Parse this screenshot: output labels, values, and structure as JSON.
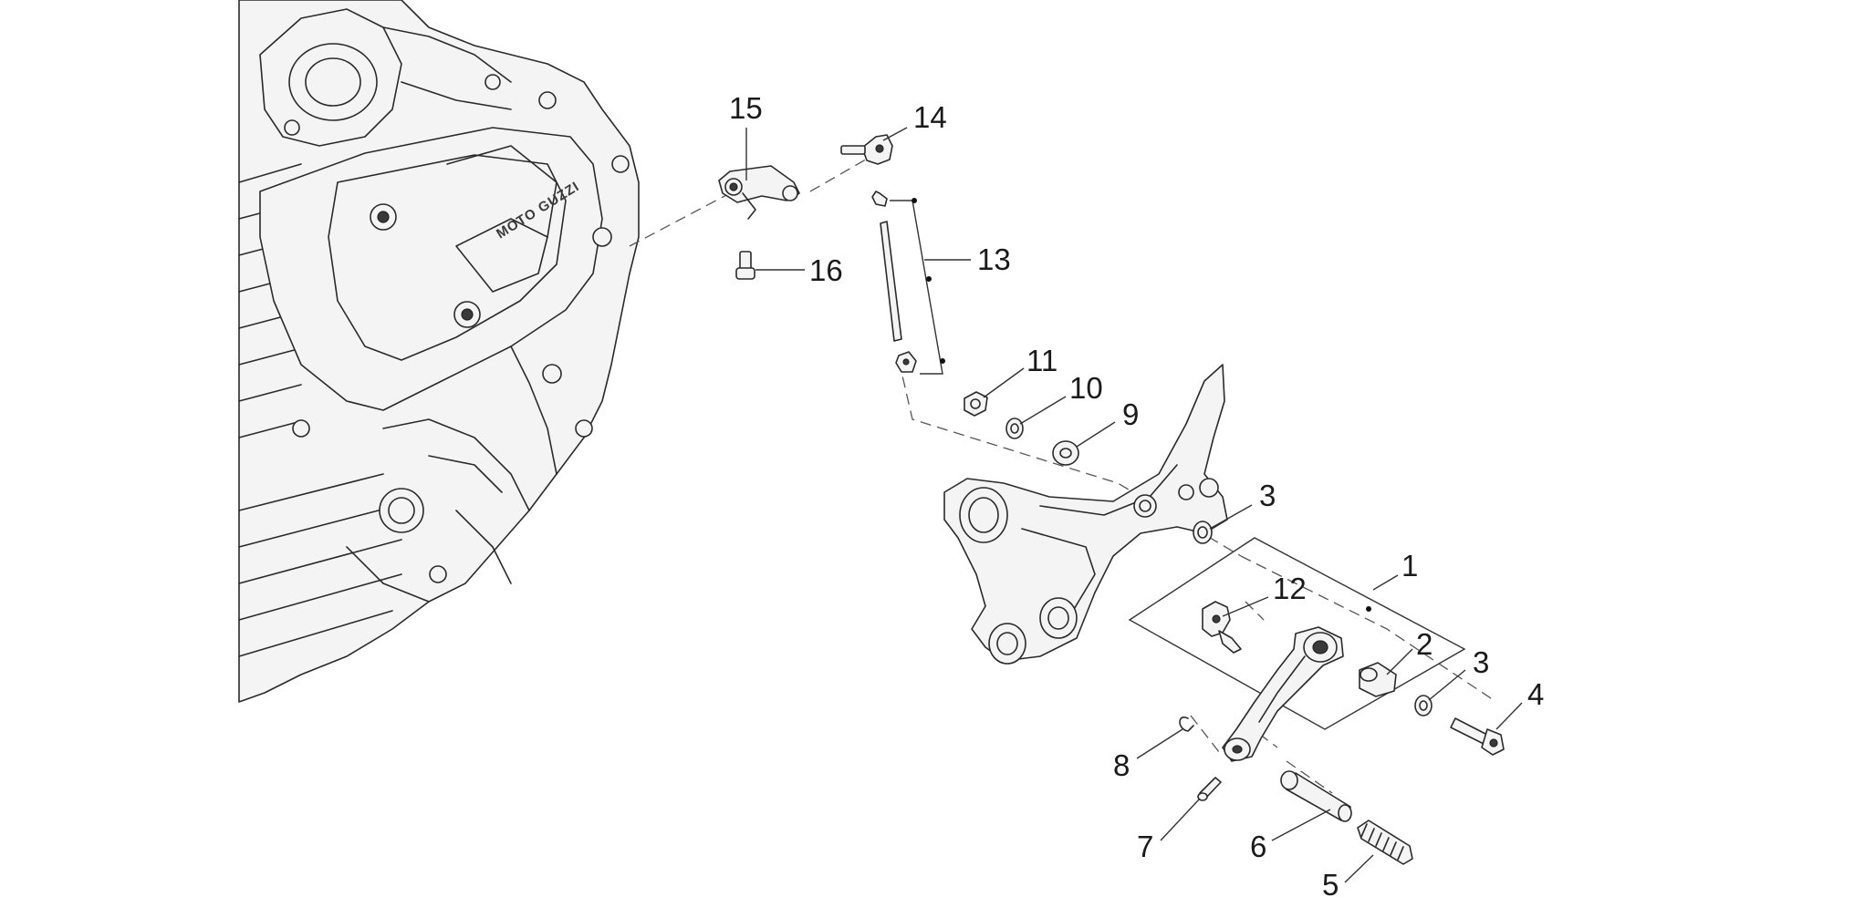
{
  "engine": {
    "logo_text": "MOTO GUZZI"
  },
  "callouts": [
    {
      "id": "1",
      "label": "1"
    },
    {
      "id": "2",
      "label": "2"
    },
    {
      "id": "3a",
      "label": "3"
    },
    {
      "id": "3b",
      "label": "3"
    },
    {
      "id": "4",
      "label": "4"
    },
    {
      "id": "5",
      "label": "5"
    },
    {
      "id": "6",
      "label": "6"
    },
    {
      "id": "7",
      "label": "7"
    },
    {
      "id": "8",
      "label": "8"
    },
    {
      "id": "9",
      "label": "9"
    },
    {
      "id": "10",
      "label": "10"
    },
    {
      "id": "11",
      "label": "11"
    },
    {
      "id": "12",
      "label": "12"
    },
    {
      "id": "13",
      "label": "13"
    },
    {
      "id": "14",
      "label": "14"
    },
    {
      "id": "15",
      "label": "15"
    },
    {
      "id": "16",
      "label": "16"
    }
  ],
  "colors": {
    "line": "#2a2a2a",
    "background": "#ffffff"
  }
}
